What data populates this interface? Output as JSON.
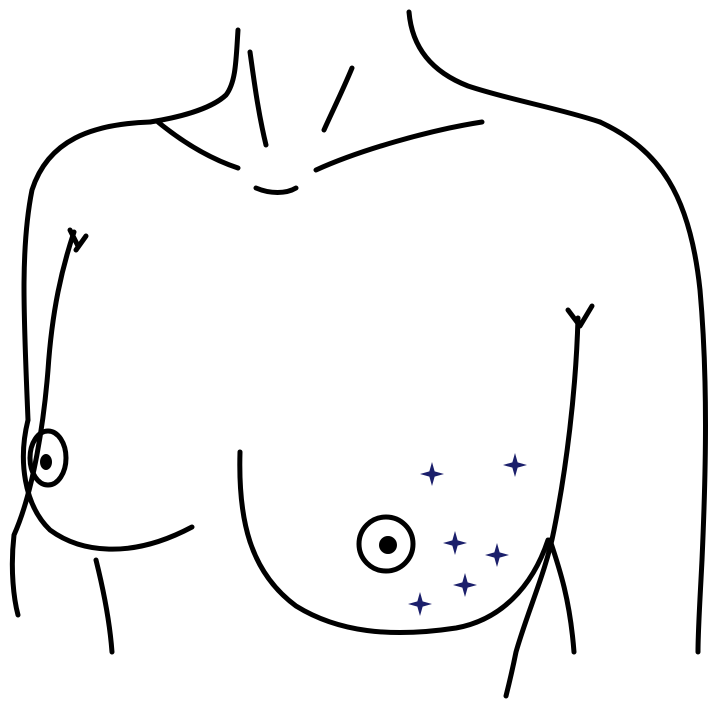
{
  "illustration": {
    "subject": "torso outline",
    "line_color": "#000000",
    "background_color": "#ffffff"
  },
  "markers": {
    "shape": "four-point star",
    "color": "#1b1f6b",
    "count": 6
  }
}
